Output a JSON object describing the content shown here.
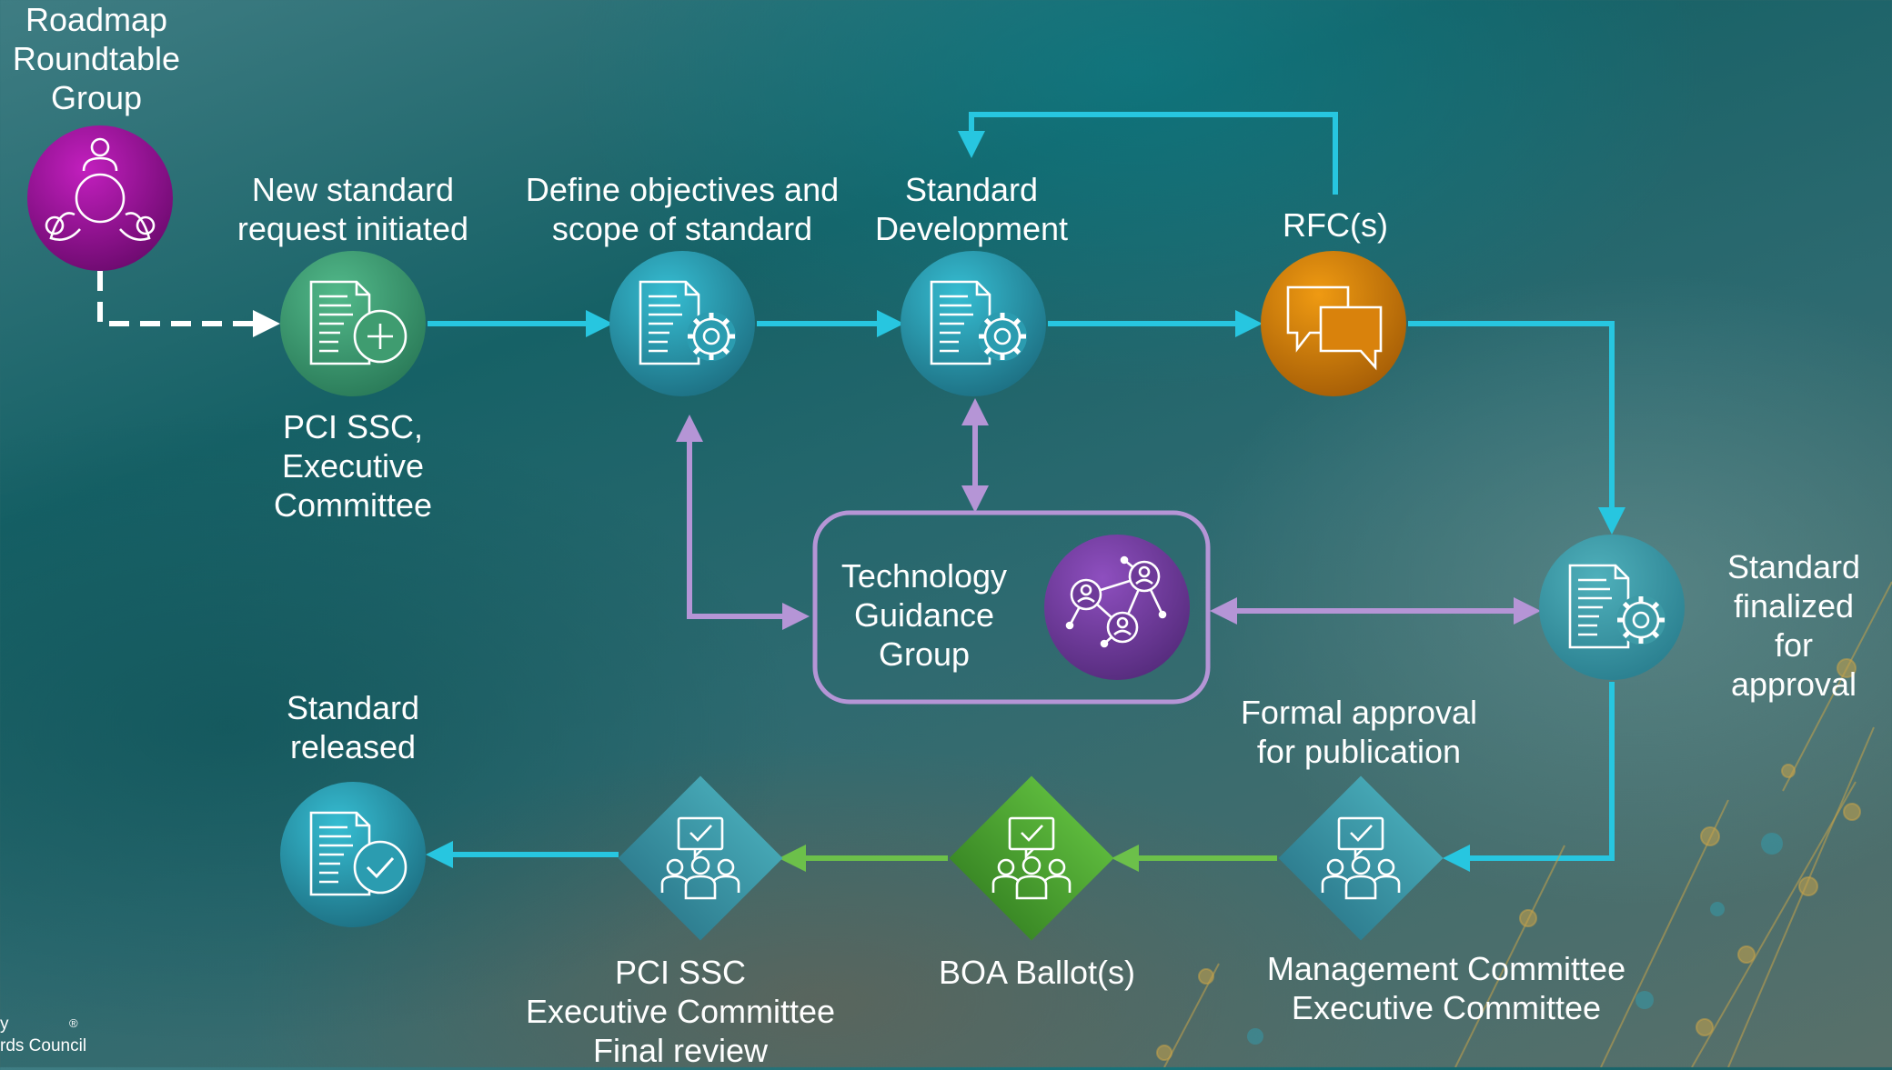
{
  "labels": {
    "roadmap": "Roadmap\nRoundtable\nGroup",
    "new_standard": "New standard\nrequest initiated",
    "define": "Define objectives and\nscope of standard",
    "std_dev": "Standard\nDevelopment",
    "rfc": "RFC(s)",
    "pci_exec": "PCI SSC,\nExecutive\nCommittee",
    "tgg": "Technology\nGuidance\nGroup",
    "finalized": "Standard\nfinalized for\napproval",
    "formal": "Formal approval\nfor publication",
    "released": "Standard\nreleased",
    "pci_final": "PCI SSC\nExecutive Committee\nFinal review",
    "boa": "BOA Ballot(s)",
    "mgmt": "Management Committee\nExecutive Committee"
  },
  "footer": {
    "logo_text": "y\nrds Council",
    "registered": "®"
  },
  "colors": {
    "cyan_arrow": "#27c6e0",
    "green_arrow": "#6cc04a",
    "purple_arrow": "#b595d6",
    "node_teal": "#2b9cb0",
    "node_green": "#3f9c70",
    "node_orange": "#d9820c",
    "node_magenta": "#a0169c",
    "node_purple": "#6e3a99",
    "diamond_teal": "#3b93a3",
    "diamond_green": "#4ea733"
  },
  "icons": {
    "roadmap": "roundtable-people-icon",
    "new_standard": "document-plus-icon",
    "define": "document-gear-icon",
    "std_dev": "document-gear-icon",
    "rfc": "chat-bubbles-icon",
    "finalized": "document-gear-icon",
    "tgg": "network-people-icon",
    "released": "document-check-icon",
    "approval": "group-approval-icon"
  }
}
